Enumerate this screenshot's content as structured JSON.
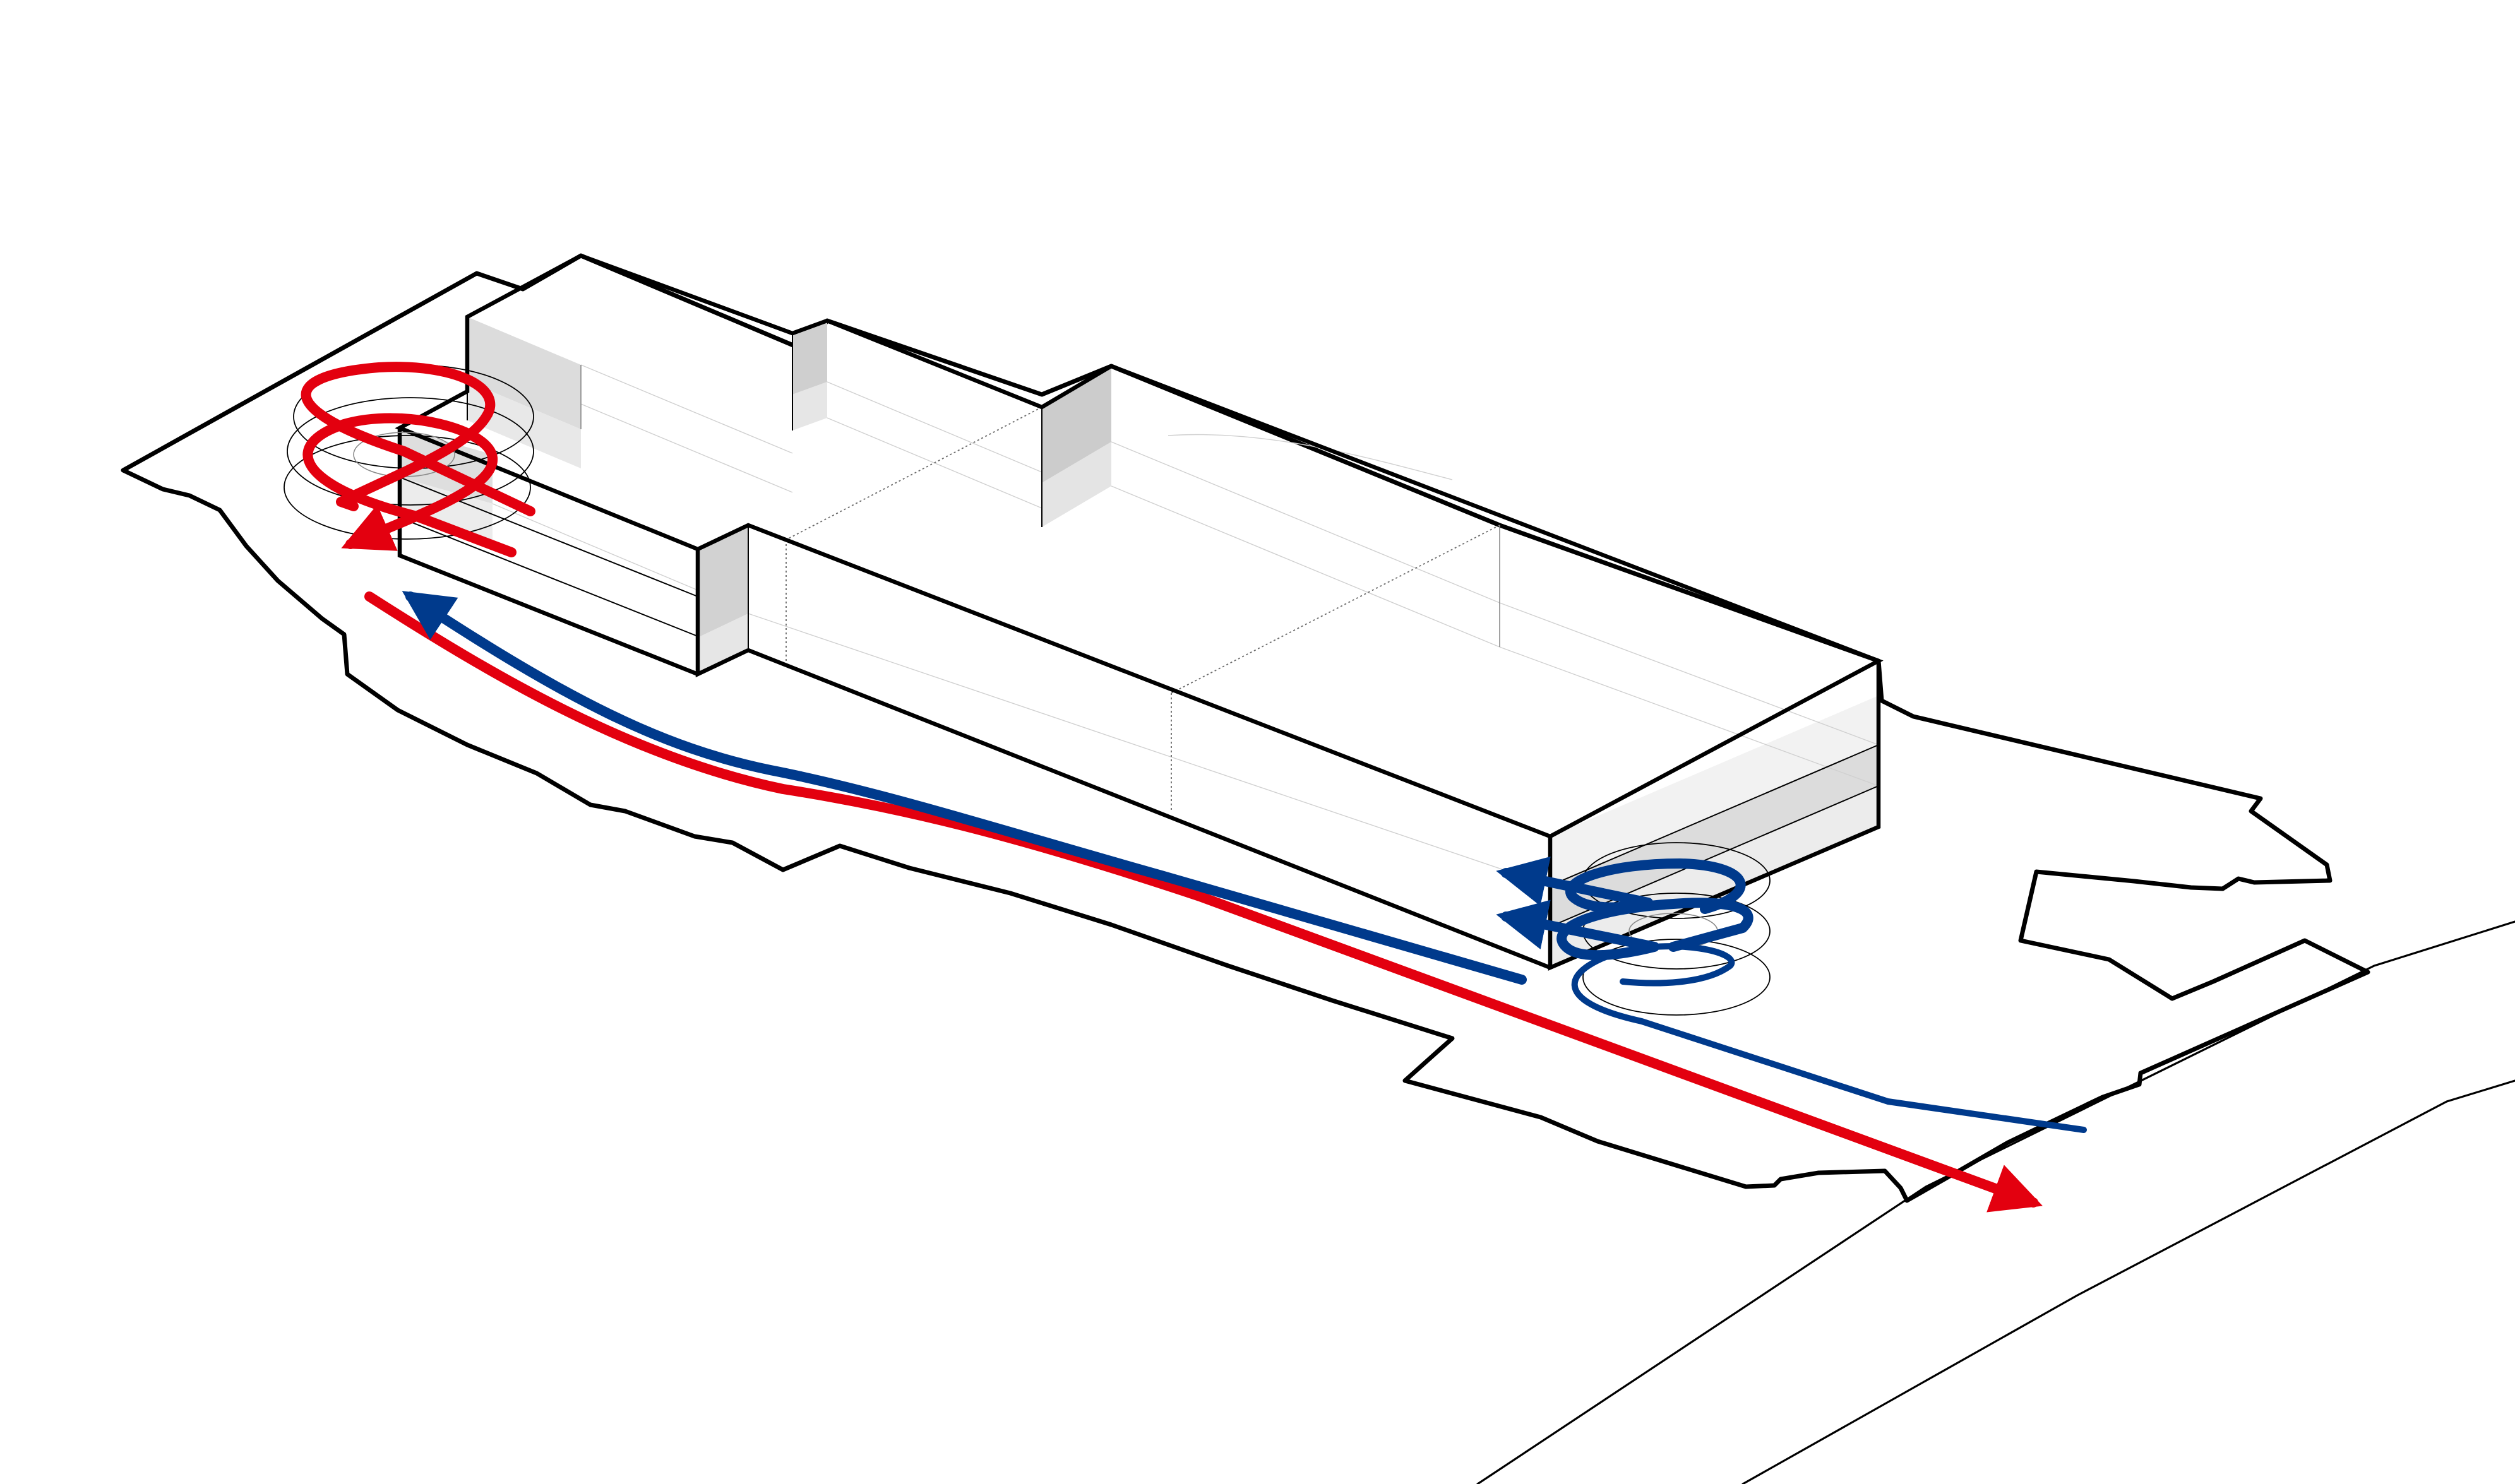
{
  "colors": {
    "background": "#ffffff",
    "outline": "#000000",
    "shade": "#cfcfcf",
    "shade_light": "#e4e4e4",
    "red_flow": "#e3000f",
    "blue_flow": "#003a8c"
  },
  "elements": {
    "site": "site-boundary",
    "road": "road-edges",
    "building": "building-volume",
    "red_route": "red-circulation-route",
    "blue_route": "blue-circulation-route"
  }
}
